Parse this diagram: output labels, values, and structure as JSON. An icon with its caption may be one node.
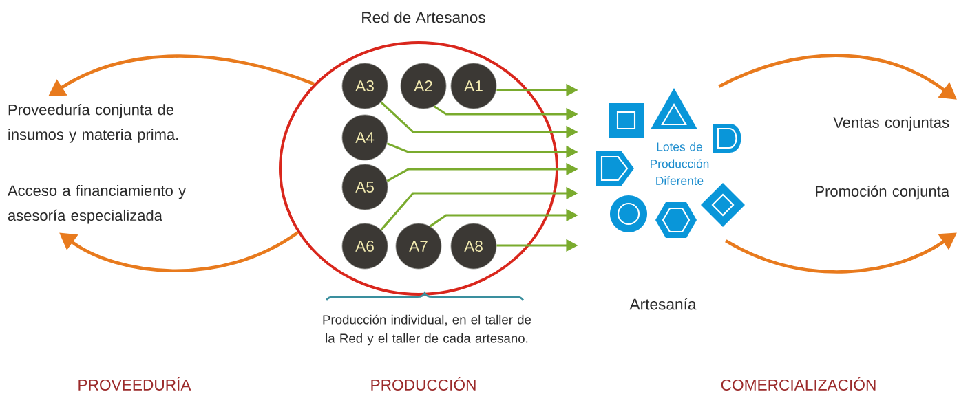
{
  "diagram": {
    "nodes": [
      {
        "text": [
          "Red de Artesanos"
        ]
      },
      {
        "text": [
          "A3"
        ],
        "in": 0
      },
      {
        "text": [
          "A2"
        ],
        "in": 0
      },
      {
        "text": [
          "A1"
        ],
        "in": 0
      },
      {
        "text": [
          "A4"
        ],
        "in": 0
      },
      {
        "text": [
          "A5"
        ],
        "in": 0
      },
      {
        "text": [
          "A6"
        ],
        "in": 0
      },
      {
        "text": [
          "A7"
        ],
        "in": 0
      },
      {
        "text": [
          "A8"
        ],
        "in": 0
      },
      {
        "text": [
          "Proveeduría conjunta de insumos y materia prima."
        ]
      },
      {
        "text": [
          "Acceso a financiamiento y asesoría especializada"
        ]
      },
      {
        "text": [
          "Lotes de Producción Diferente"
        ]
      },
      {
        "text": [
          "Ventas conjuntas"
        ]
      },
      {
        "text": [
          "Promoción conjunta"
        ]
      }
    ],
    "edges": [
      {
        "from": 0,
        "to": 9,
        "arrow": "to",
        "color": "#e87a1d"
      },
      {
        "from": 0,
        "to": 10,
        "arrow": "to",
        "color": "#e87a1d"
      },
      {
        "from": 3,
        "to": 11,
        "arrow": "to"
      },
      {
        "from": 2,
        "to": 11,
        "arrow": "to"
      },
      {
        "from": 1,
        "to": 11,
        "arrow": "to"
      },
      {
        "from": 4,
        "to": 11,
        "arrow": "to"
      },
      {
        "from": 5,
        "to": 11,
        "arrow": "to"
      },
      {
        "from": 6,
        "to": 11,
        "arrow": "to"
      },
      {
        "from": 7,
        "to": 11,
        "arrow": "to"
      },
      {
        "from": 8,
        "to": 11,
        "arrow": "to"
      },
      {
        "from": 11,
        "to": 12,
        "arrow": "to",
        "color": "#e87a1d"
      },
      {
        "from": 11,
        "to": 13,
        "arrow": "to",
        "color": "#e87a1d"
      }
    ],
    "labels": [
      "Producción individual, en el taller de la Red y el taller de cada artesano.",
      "Artesanía",
      "PROVEEDURÍA",
      "PRODUCCIÓN",
      "COMERCIALIZACIÓN"
    ]
  }
}
